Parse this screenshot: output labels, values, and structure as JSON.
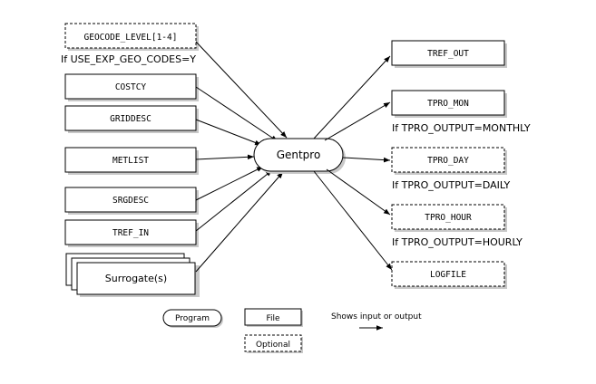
{
  "program": {
    "label": "Gentpro"
  },
  "inputs": [
    {
      "label": "GEOCODE_LEVEL[1-4]",
      "optional": true,
      "condition": "If USE_EXP_GEO_CODES=Y"
    },
    {
      "label": "COSTCY",
      "optional": false
    },
    {
      "label": "GRIDDESC",
      "optional": false
    },
    {
      "label": "METLIST",
      "optional": false
    },
    {
      "label": "SRGDESC",
      "optional": false
    },
    {
      "label": "TREF_IN",
      "optional": false
    },
    {
      "label": "Surrogate(s)",
      "optional": false,
      "stacked": true
    }
  ],
  "outputs": [
    {
      "label": "TREF_OUT",
      "optional": false
    },
    {
      "label": "TPRO_MON",
      "optional": false,
      "condition": "If TPRO_OUTPUT=MONTHLY"
    },
    {
      "label": "TPRO_DAY",
      "optional": true,
      "condition": "If TPRO_OUTPUT=DAILY"
    },
    {
      "label": "TPRO_HOUR",
      "optional": true,
      "condition": "If TPRO_OUTPUT=HOURLY"
    },
    {
      "label": "LOGFILE",
      "optional": true
    }
  ],
  "legend": {
    "program": "Program",
    "file": "File",
    "optional": "Optional",
    "arrow": "Shows input or output"
  }
}
